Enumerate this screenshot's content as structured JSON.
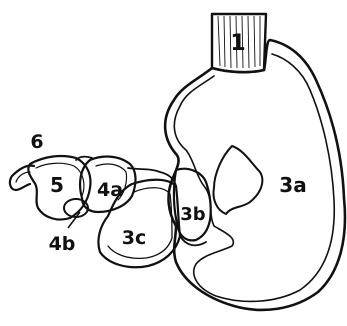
{
  "figure": {
    "labels": {
      "esophagus": "1",
      "region_3a": "3a",
      "region_3b": "3b",
      "region_3c": "3c",
      "region_4a": "4a",
      "region_4b": "4b",
      "region_5": "5",
      "region_6": "6"
    },
    "colors": {
      "ink": "#111111",
      "background": "#ffffff"
    }
  }
}
